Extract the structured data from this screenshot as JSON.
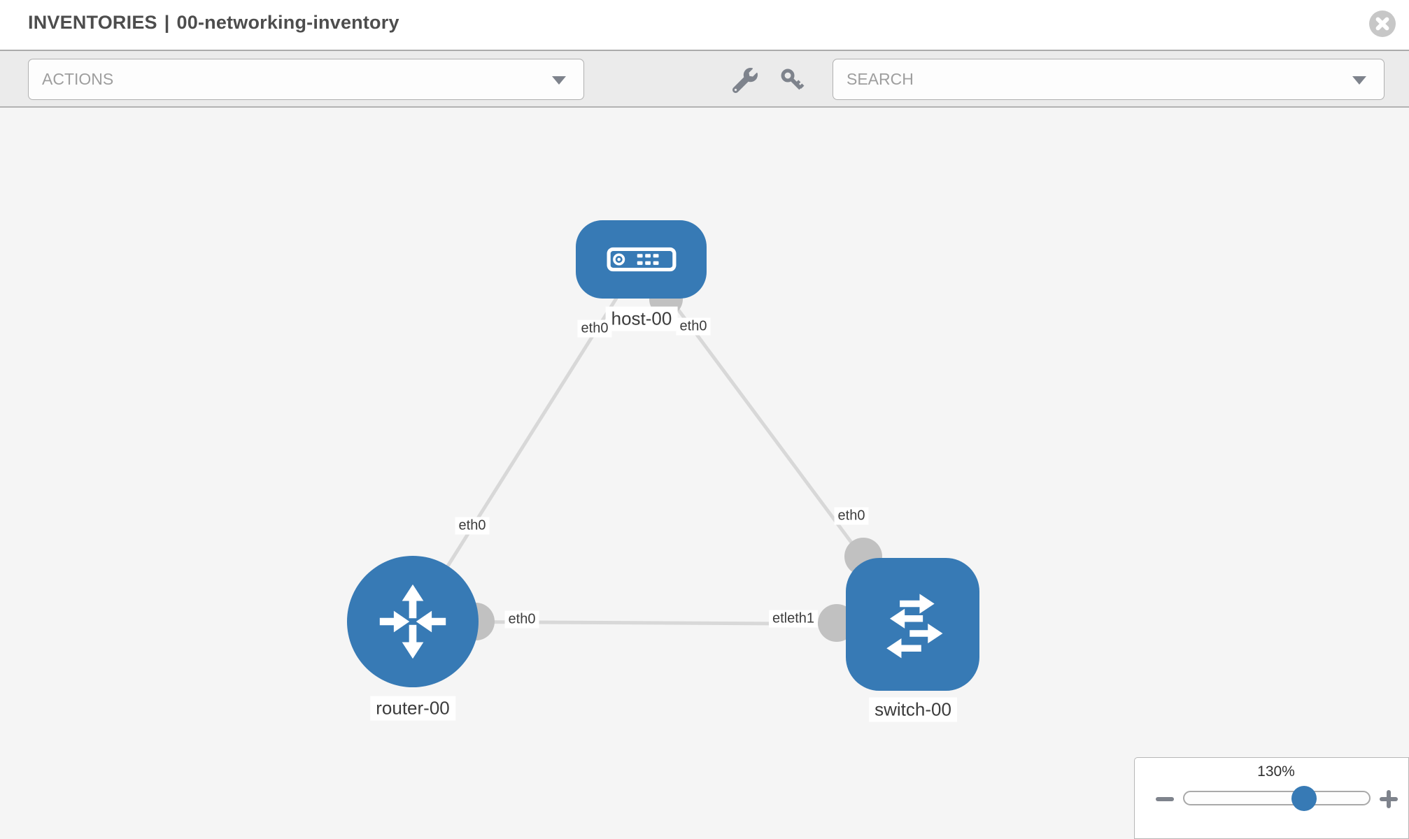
{
  "header": {
    "title_primary": "INVENTORIES",
    "title_separator": "|",
    "title_secondary": "00-networking-inventory"
  },
  "toolbar": {
    "actions_dropdown": {
      "value": "ACTIONS"
    },
    "search_dropdown": {
      "value": "SEARCH"
    },
    "tool_icons": [
      {
        "name": "wrench-icon"
      },
      {
        "name": "key-icon"
      }
    ]
  },
  "topology": {
    "nodes": [
      {
        "id": "host-00",
        "type": "host",
        "label": "host-00"
      },
      {
        "id": "router-00",
        "type": "router",
        "label": "router-00"
      },
      {
        "id": "switch-00",
        "type": "switch",
        "label": "switch-00"
      }
    ],
    "links": [
      {
        "from": "host-00",
        "to": "router-00"
      },
      {
        "from": "host-00",
        "to": "switch-00"
      },
      {
        "from": "router-00",
        "to": "switch-00"
      }
    ],
    "iface_labels": {
      "host_router_at_host": "eth0",
      "host_router_at_router": "eth0",
      "host_switch_at_host": "eth0",
      "host_switch_at_switch": "eth0",
      "router_switch_at_router": "eth0",
      "router_switch_at_switch": "etleth1"
    }
  },
  "zoom_control": {
    "level": "130%"
  },
  "colors": {
    "node_blue": "#377ab5",
    "link_gray": "#d8d8d8",
    "connector_gray": "#c1c1c1",
    "canvas_bg": "#f5f5f5",
    "toolbar_bg": "#ebebeb",
    "control_icon_gray": "#7e838c",
    "close_button_bg": "#c7c7c7",
    "slider_handle_blue": "#377ab5"
  }
}
